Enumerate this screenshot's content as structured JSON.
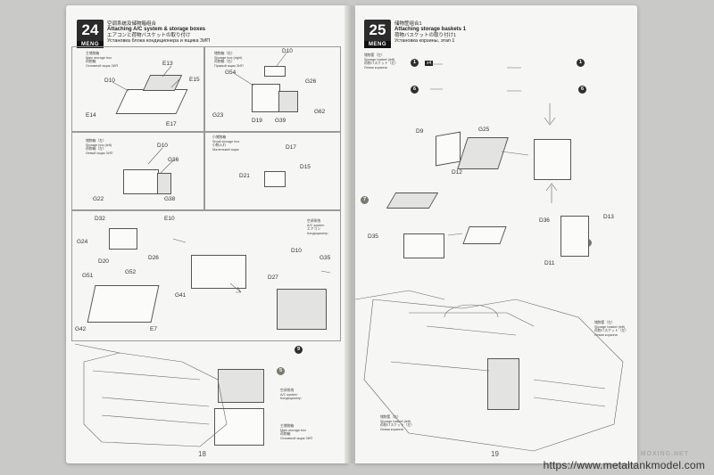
{
  "left_page": {
    "step": {
      "number": "24",
      "brand": "MENG"
    },
    "title": {
      "cn": "空调系统及储物箱组合",
      "en": "Attaching A/C system & storage boxes",
      "jp": "エアコンと荷物バスケットの取り付け",
      "ru": "Установка блока кондиционера и ящика ЗИП"
    },
    "panels": {
      "main_box": {
        "cn": "主储物箱",
        "en": "Main storage box",
        "jp": "荷物箱",
        "ru": "Основной ящик ЗИП",
        "labels": [
          "D10",
          "E13",
          "E15",
          "E14",
          "E17"
        ]
      },
      "storage_right": {
        "cn": "储物箱（右）",
        "en": "Storage box (right)",
        "jp": "荷物箱（右）",
        "ru": "Правый ящик ЗИП",
        "labels": [
          "D10",
          "G54",
          "G26",
          "G62",
          "G23",
          "D19",
          "G39"
        ]
      },
      "storage_left": {
        "cn": "储物箱（左）",
        "en": "Storage box (left)",
        "jp": "荷物箱（左）",
        "ru": "Левый ящик ЗИП",
        "labels": [
          "D10",
          "G36",
          "G22",
          "G38"
        ]
      },
      "small_box": {
        "cn": "小储物箱",
        "en": "Small storage box",
        "jp": "小物入れ",
        "ru": "Маленький ящик",
        "labels": [
          "D17",
          "D15",
          "D21"
        ]
      },
      "ac": {
        "cn": "空调系统",
        "en": "A/C system",
        "jp": "エアコン",
        "ru": "Кондиционер",
        "labels": [
          "D32",
          "E10",
          "G24",
          "D20",
          "D26",
          "G51",
          "G52",
          "G41",
          "G42",
          "E7",
          "D10",
          "G35",
          "D27"
        ]
      }
    },
    "bottom_callouts": [
      {
        "id": "x",
        "count": "9"
      },
      {
        "id": "w",
        "count": "5"
      }
    ],
    "bottom_notes": {
      "ac": {
        "cn": "空调系统",
        "en": "A/C system",
        "ru": "Кондиционер"
      },
      "main": {
        "cn": "主储物箱",
        "en": "Main storage box",
        "jp": "荷物箱",
        "ru": "Основной ящик ЗИП"
      }
    },
    "page_number": "18"
  },
  "right_page": {
    "step": {
      "number": "25",
      "brand": "MENG"
    },
    "title": {
      "cn": "储物筐组合1",
      "en": "Attaching storage baskets 1",
      "jp": "荷物バスケットの取り付け1",
      "ru": "Установка корзины, этап 1"
    },
    "top_note": {
      "cn": "储物筐（左）",
      "en": "Storage basket (left)",
      "jp": "荷物バスケット（左）",
      "ru": "Левая корзина"
    },
    "callouts": [
      {
        "id": "x",
        "count": "1",
        "mult": "x4"
      },
      {
        "id": "x",
        "count": "6"
      },
      {
        "id": "x",
        "count": "1"
      },
      {
        "id": "x",
        "count": "6"
      },
      {
        "id": "w",
        "count": "7"
      },
      {
        "id": "w",
        "count": "7"
      }
    ],
    "labels": [
      "D9",
      "G25",
      "D12",
      "D35",
      "D36",
      "D13",
      "D11"
    ],
    "side_note": {
      "cn": "储物筐（左）",
      "en": "Storage basket (left)",
      "jp": "荷物バスケット（左）",
      "ru": "Левая корзина"
    },
    "bottom_note": {
      "cn": "储物筐（右）",
      "en": "Storage basket (left)",
      "jp": "荷物バスケット（左）",
      "ru": "Левая корзина"
    },
    "page_number": "19"
  },
  "watermark": {
    "url": "https://www.metaltankmodel.com",
    "brand": "MOXING.NET"
  }
}
